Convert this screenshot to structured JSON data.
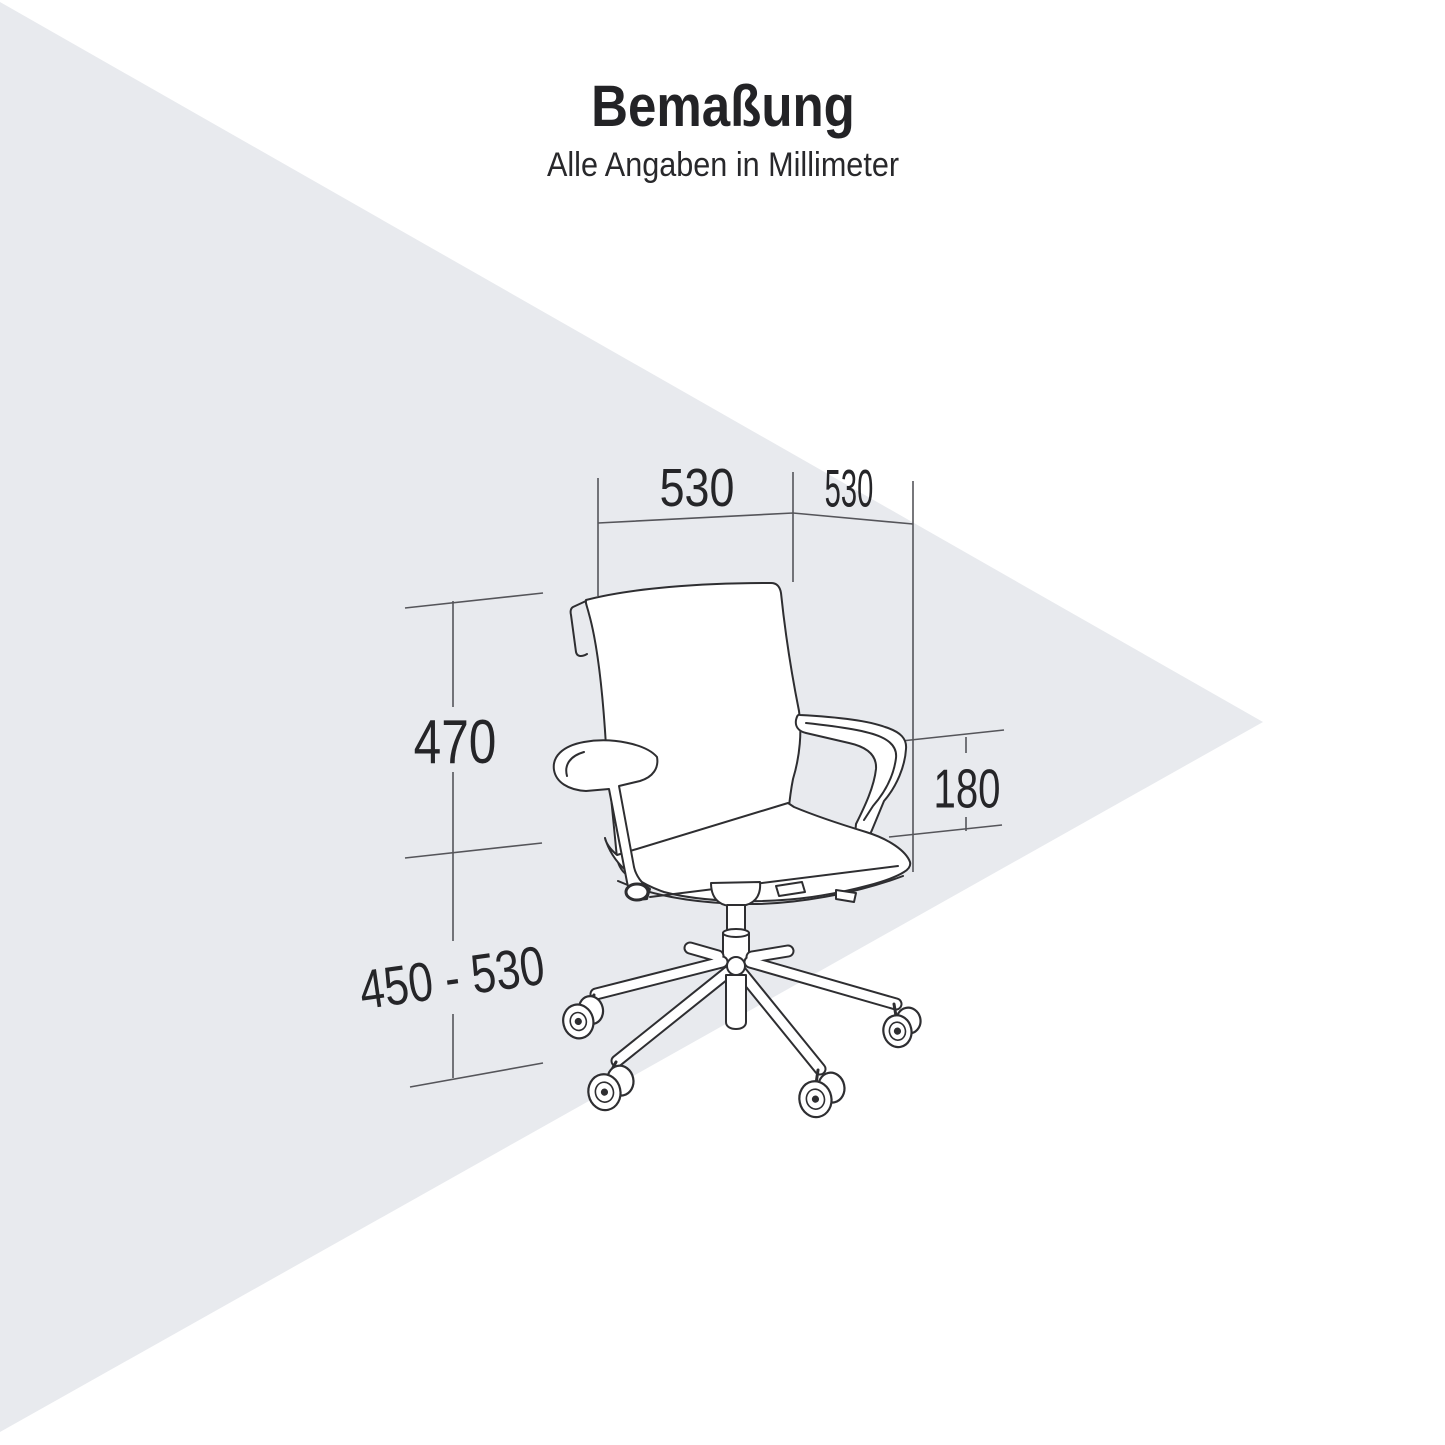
{
  "title": "Bemaßung",
  "subtitle": "Alle Angaben in Millimeter",
  "colors": {
    "background": "#ffffff",
    "triangle": "#e8eaee",
    "dimension_line": "#55555a",
    "drawing_line": "#2e2e31",
    "text": "#232326"
  },
  "dimensions": {
    "seat_width": {
      "value": "530",
      "position": "top-left"
    },
    "seat_depth": {
      "value": "530",
      "position": "top-right"
    },
    "backrest_height": {
      "value": "470",
      "position": "left-upper"
    },
    "seat_height": {
      "value": "450 - 530",
      "position": "left-lower"
    },
    "armrest_height": {
      "value": "180",
      "position": "right"
    }
  },
  "illustration": {
    "subject": "office-swivel-chair-line-drawing"
  }
}
